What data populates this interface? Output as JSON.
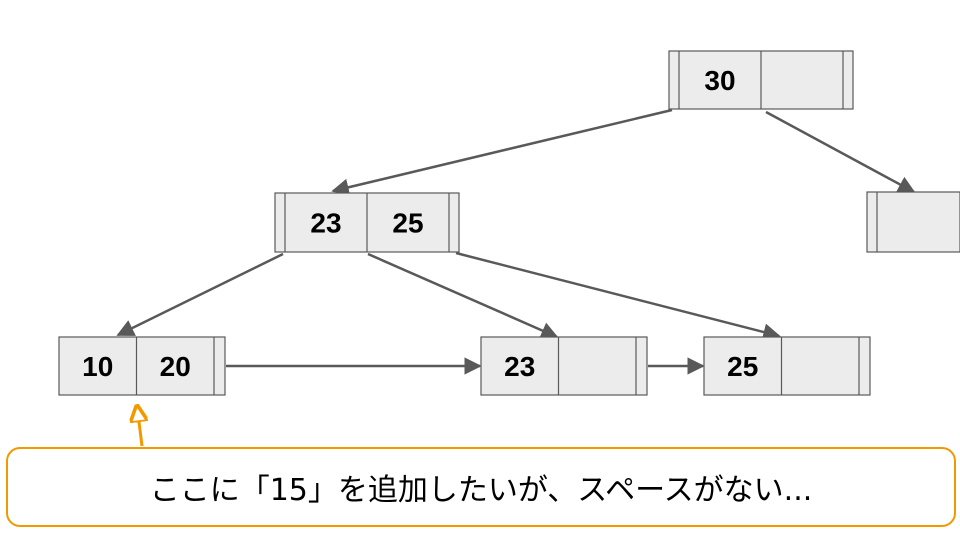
{
  "colors": {
    "node_fill": "#ececec",
    "node_stroke": "#595959",
    "edge": "#595959",
    "callout": "#f29900"
  },
  "nodes": {
    "root": {
      "keys": [
        "30",
        ""
      ]
    },
    "right_child": {
      "keys": []
    },
    "internal": {
      "keys": [
        "23",
        "25"
      ]
    },
    "leaf_1": {
      "keys": [
        "10",
        "20"
      ]
    },
    "leaf_2": {
      "keys": [
        "23",
        ""
      ]
    },
    "leaf_3": {
      "keys": [
        "25",
        ""
      ]
    }
  },
  "callout": {
    "text": "ここに「15」を追加したいが、スペースがない..."
  }
}
